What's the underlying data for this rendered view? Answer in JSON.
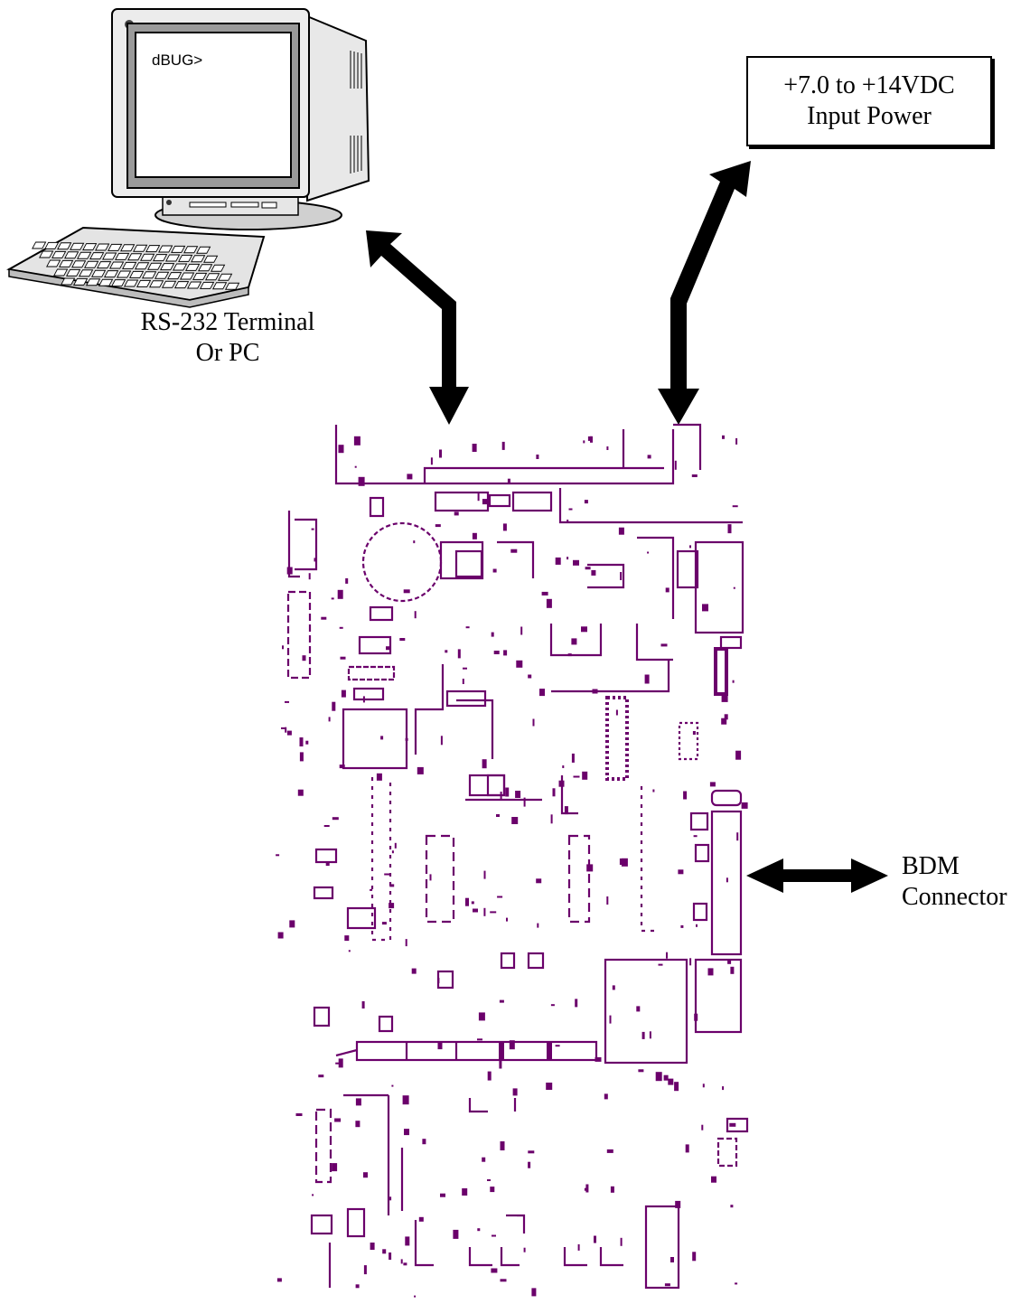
{
  "terminal": {
    "prompt": "dBUG>",
    "label_line1": "RS-232 Terminal",
    "label_line2": "Or PC"
  },
  "power": {
    "line1": "+7.0 to +14VDC",
    "line2": "Input Power"
  },
  "bdm": {
    "line1": "BDM",
    "line2": "Connector"
  },
  "colors": {
    "board_trace": "#6b006b",
    "arrow": "#000000"
  }
}
